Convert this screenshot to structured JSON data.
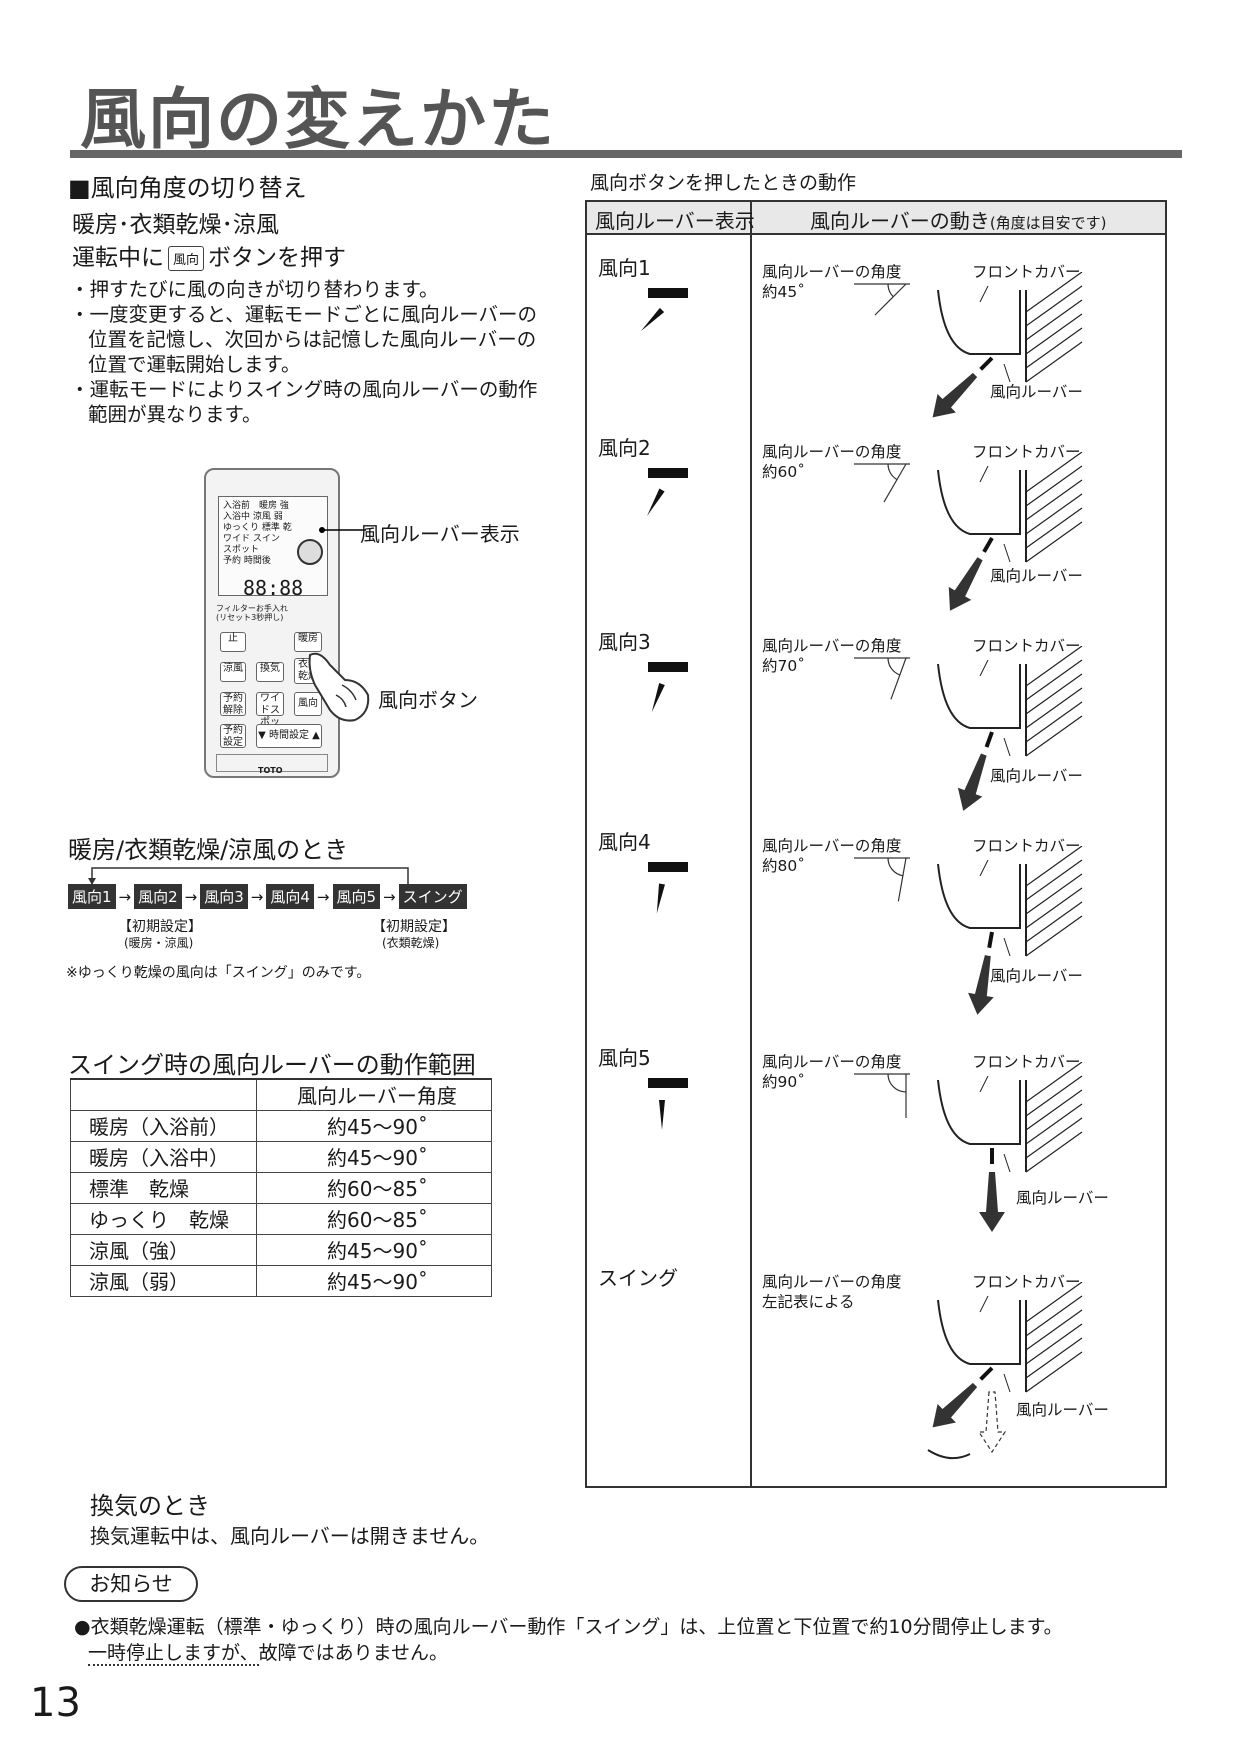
{
  "title": "風向の変えかた",
  "section": {
    "heading": "■風向角度の切り替え",
    "modes": "暖房･衣類乾燥･涼風",
    "instruction_before": "運転中に",
    "button_label": "風向",
    "instruction_after": "ボタンを押す",
    "bullets": [
      "・押すたびに風の向きが切り替わります。",
      "・一度変更すると、運転モードごとに風向ルーバーの位置を記憶し、次回からは記憶した風向ルーバーの位置で運転開始します。",
      "・運転モードによりスイング時の風向ルーバーの動作範囲が異なります。"
    ]
  },
  "remote": {
    "screen_lines": [
      "入浴前　暖房 強",
      "入浴中 涼風 弱",
      "ゆっくり 標準 乾",
      "ワイド スイン",
      "スポット",
      "予約 時間後"
    ],
    "digits": "88:88",
    "filter_label": "フィルターお手入れ (リセット3秒押し)",
    "buttons": {
      "stop": "止",
      "heat": "暖房",
      "cool": "涼風",
      "vent": "換気",
      "dry": "衣類乾燥",
      "cancel": "予約解除",
      "wide": "ワイドスポット",
      "dir": "風向",
      "set": "予約設定",
      "time": "▼ 時間設定 ▲"
    },
    "footer_text": "TOTO",
    "callout_display": "風向ルーバー表示",
    "callout_button": "風向ボタン"
  },
  "sequence": {
    "heading": "暖房/衣類乾燥/涼風のとき",
    "steps": [
      "風向1",
      "風向2",
      "風向3",
      "風向4",
      "風向5",
      "スイング"
    ],
    "note_left_1": "【初期設定】",
    "note_left_2": "(暖房・涼風)",
    "note_right_1": "【初期設定】",
    "note_right_2": "(衣類乾燥)",
    "footnote": "※ゆっくり乾燥の風向は「スイング」のみです。"
  },
  "swing_table": {
    "heading": "スイング時の風向ルーバーの動作範囲",
    "header": [
      "",
      "風向ルーバー角度"
    ],
    "rows": [
      [
        "暖房（入浴前）",
        "約45～90˚"
      ],
      [
        "暖房（入浴中）",
        "約45～90˚"
      ],
      [
        "標準　乾燥",
        "約60～85˚"
      ],
      [
        "ゆっくり　乾燥",
        "約60～85˚"
      ],
      [
        "涼風（強）",
        "約45～90˚"
      ],
      [
        "涼風（弱）",
        "約45～90˚"
      ]
    ]
  },
  "vent": {
    "heading": "換気のとき",
    "text": "換気運転中は、風向ルーバーは開きません。"
  },
  "notice": {
    "label": "お知らせ",
    "line1": "●衣類乾燥運転（標準・ゆっくり）時の風向ルーバー動作「スイング」は、上位置と下位置で約10分間停止します。",
    "line2_underlined": "一時停止しますが、",
    "line2_rest": "故障ではありません。"
  },
  "panel": {
    "caption": "風向ボタンを押したときの動作",
    "col1": "風向ルーバー表示",
    "col2": "風向ルーバーの動き",
    "col2_note": "(角度は目安です)",
    "front_cover": "フロントカバー",
    "louver": "風向ルーバー",
    "angle_label": "風向ルーバーの角度",
    "rows": [
      {
        "name": "風向1",
        "angle": "約45˚",
        "deg": 45
      },
      {
        "name": "風向2",
        "angle": "約60˚",
        "deg": 60
      },
      {
        "name": "風向3",
        "angle": "約70˚",
        "deg": 70
      },
      {
        "name": "風向4",
        "angle": "約80˚",
        "deg": 80
      },
      {
        "name": "風向5",
        "angle": "約90˚",
        "deg": 90
      },
      {
        "name": "スイング",
        "angle": "左記表による",
        "deg": null
      }
    ]
  },
  "page_number": "13"
}
